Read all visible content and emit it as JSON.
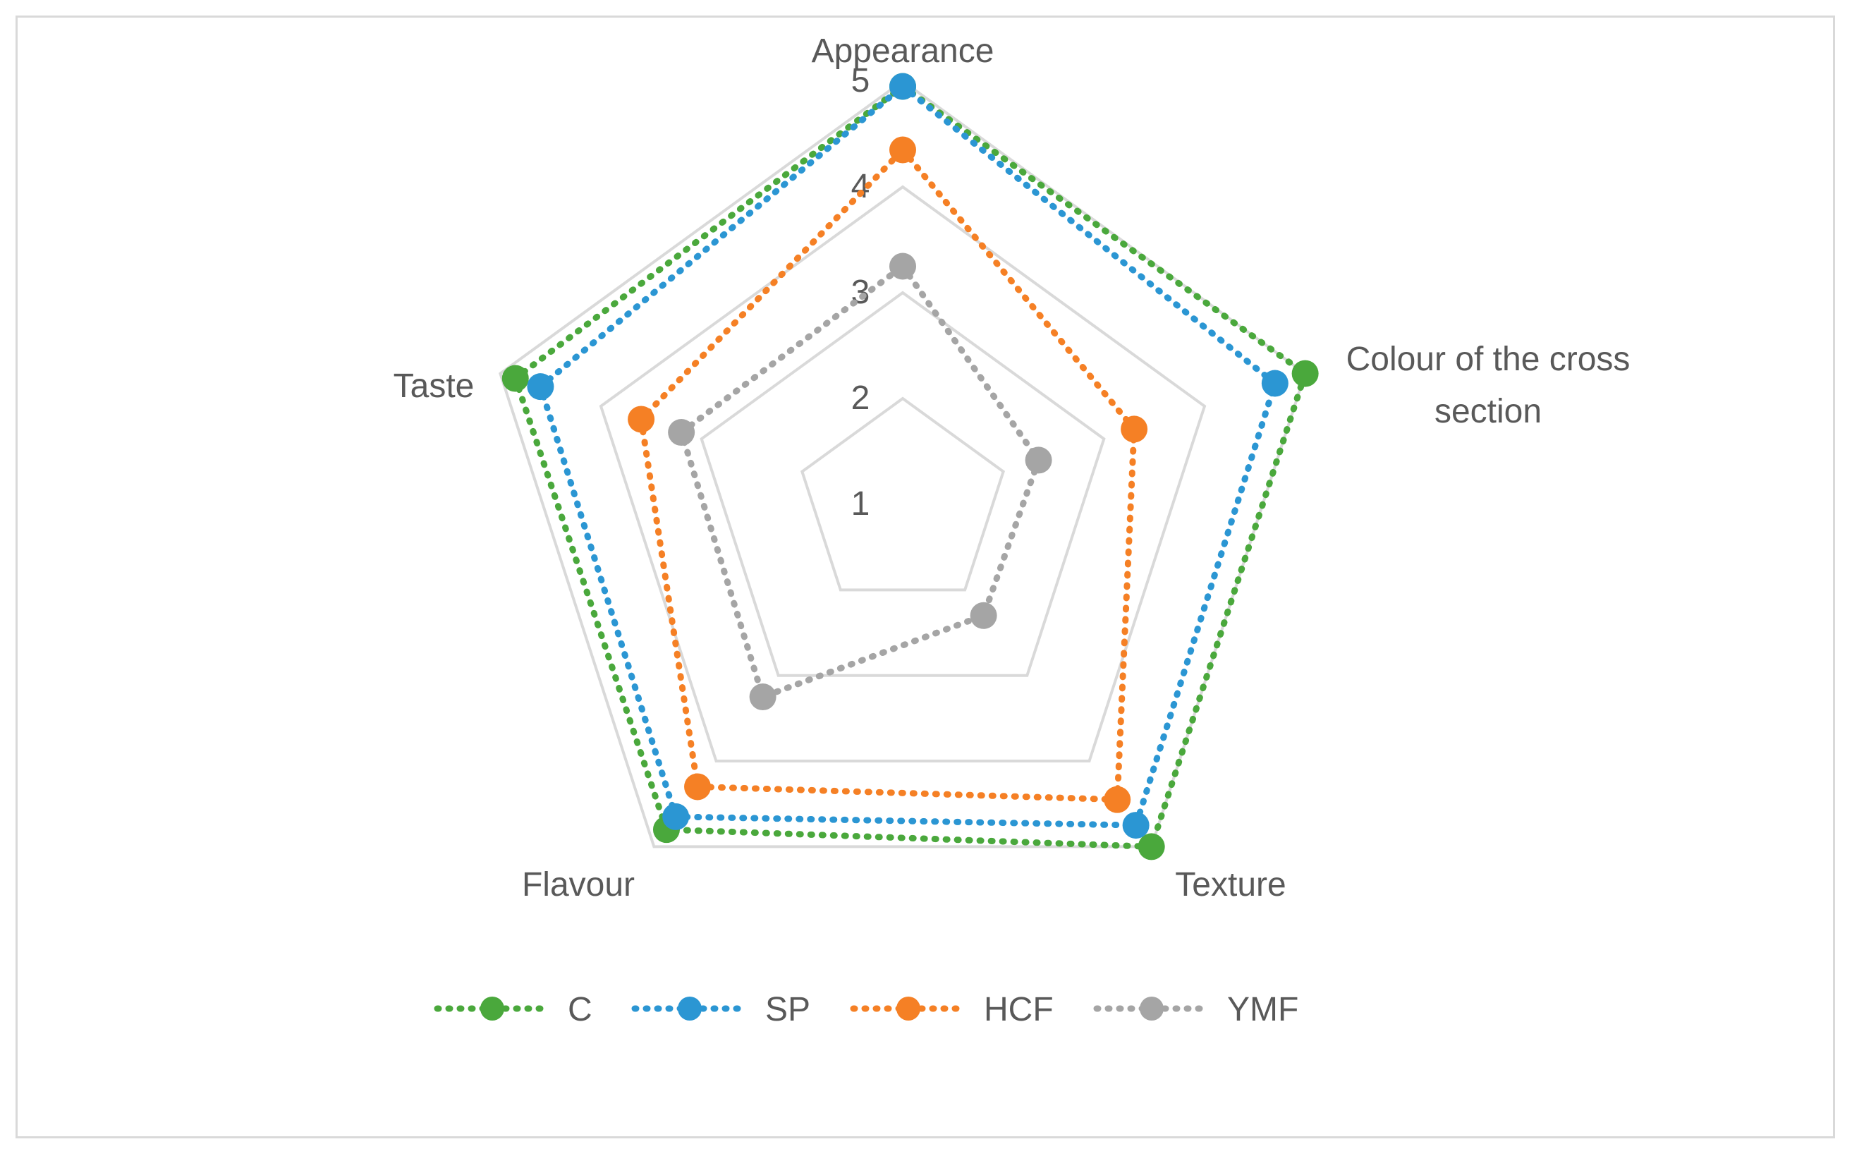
{
  "chart_data": {
    "type": "radar",
    "categories": [
      "Appearance",
      "Colour of the cross section",
      "Texture",
      "Flavour",
      "Taste"
    ],
    "category_lines": [
      [
        "Appearance"
      ],
      [
        "Colour of the cross",
        "section"
      ],
      [
        "Texture"
      ],
      [
        "Flavour"
      ],
      [
        "Taste"
      ]
    ],
    "rlim": [
      1,
      5
    ],
    "ticks": [
      1,
      2,
      3,
      4,
      5
    ],
    "grid": true,
    "legend_position": "bottom",
    "series": [
      {
        "name": "C",
        "color": "#4aa83c",
        "values": [
          4.95,
          5.0,
          5.0,
          4.8,
          4.85
        ]
      },
      {
        "name": "SP",
        "color": "#2b96d3",
        "values": [
          4.95,
          4.7,
          4.75,
          4.65,
          4.6
        ]
      },
      {
        "name": "HCF",
        "color": "#f58025",
        "values": [
          4.35,
          3.3,
          4.45,
          4.3,
          3.6
        ]
      },
      {
        "name": "YMF",
        "color": "#a5a5a5",
        "values": [
          3.25,
          2.35,
          2.3,
          3.25,
          3.2
        ]
      }
    ]
  }
}
